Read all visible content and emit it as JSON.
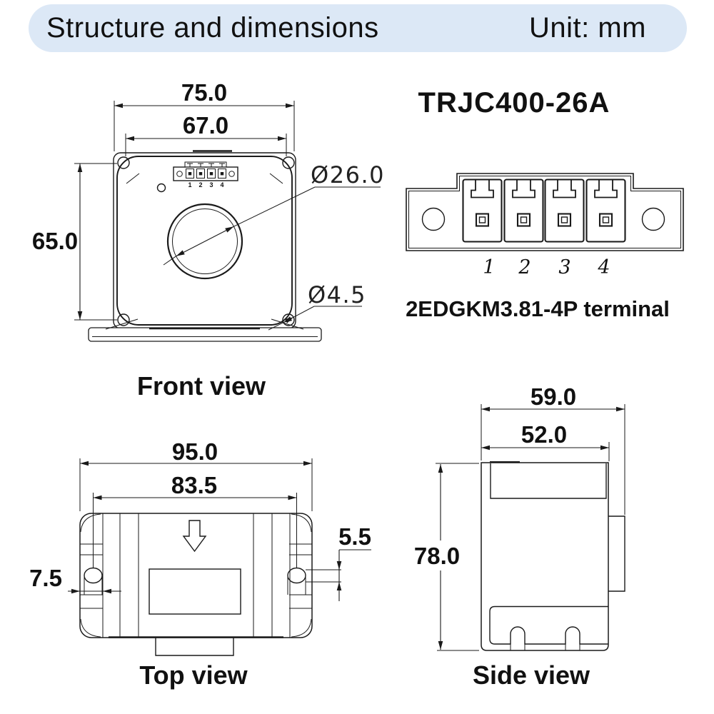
{
  "colors": {
    "banner_bg": "#dce8f6",
    "line": "#1a1a1a",
    "text": "#111111"
  },
  "header": {
    "title": "Structure and dimensions",
    "unit": "Unit: mm"
  },
  "model": "TRJC400-26A",
  "terminal": {
    "caption": "2EDGKM3.81-4P terminal",
    "pins": [
      "1",
      "2",
      "3",
      "4"
    ]
  },
  "front_view": {
    "caption": "Front view",
    "dim_overall_width": "75.0",
    "dim_hole_spacing": "67.0",
    "dim_height": "65.0",
    "dim_aperture": "Ø26.0",
    "dim_mount_hole": "Ø4.5",
    "pins": [
      "1",
      "2",
      "3",
      "4"
    ]
  },
  "top_view": {
    "caption": "Top view",
    "dim_overall_width": "95.0",
    "dim_slot_spacing": "83.5",
    "dim_slot_offset": "7.5",
    "dim_slot_width": "5.5"
  },
  "side_view": {
    "caption": "Side view",
    "dim_overall_depth": "59.0",
    "dim_body_depth": "52.0",
    "dim_height": "78.0"
  }
}
